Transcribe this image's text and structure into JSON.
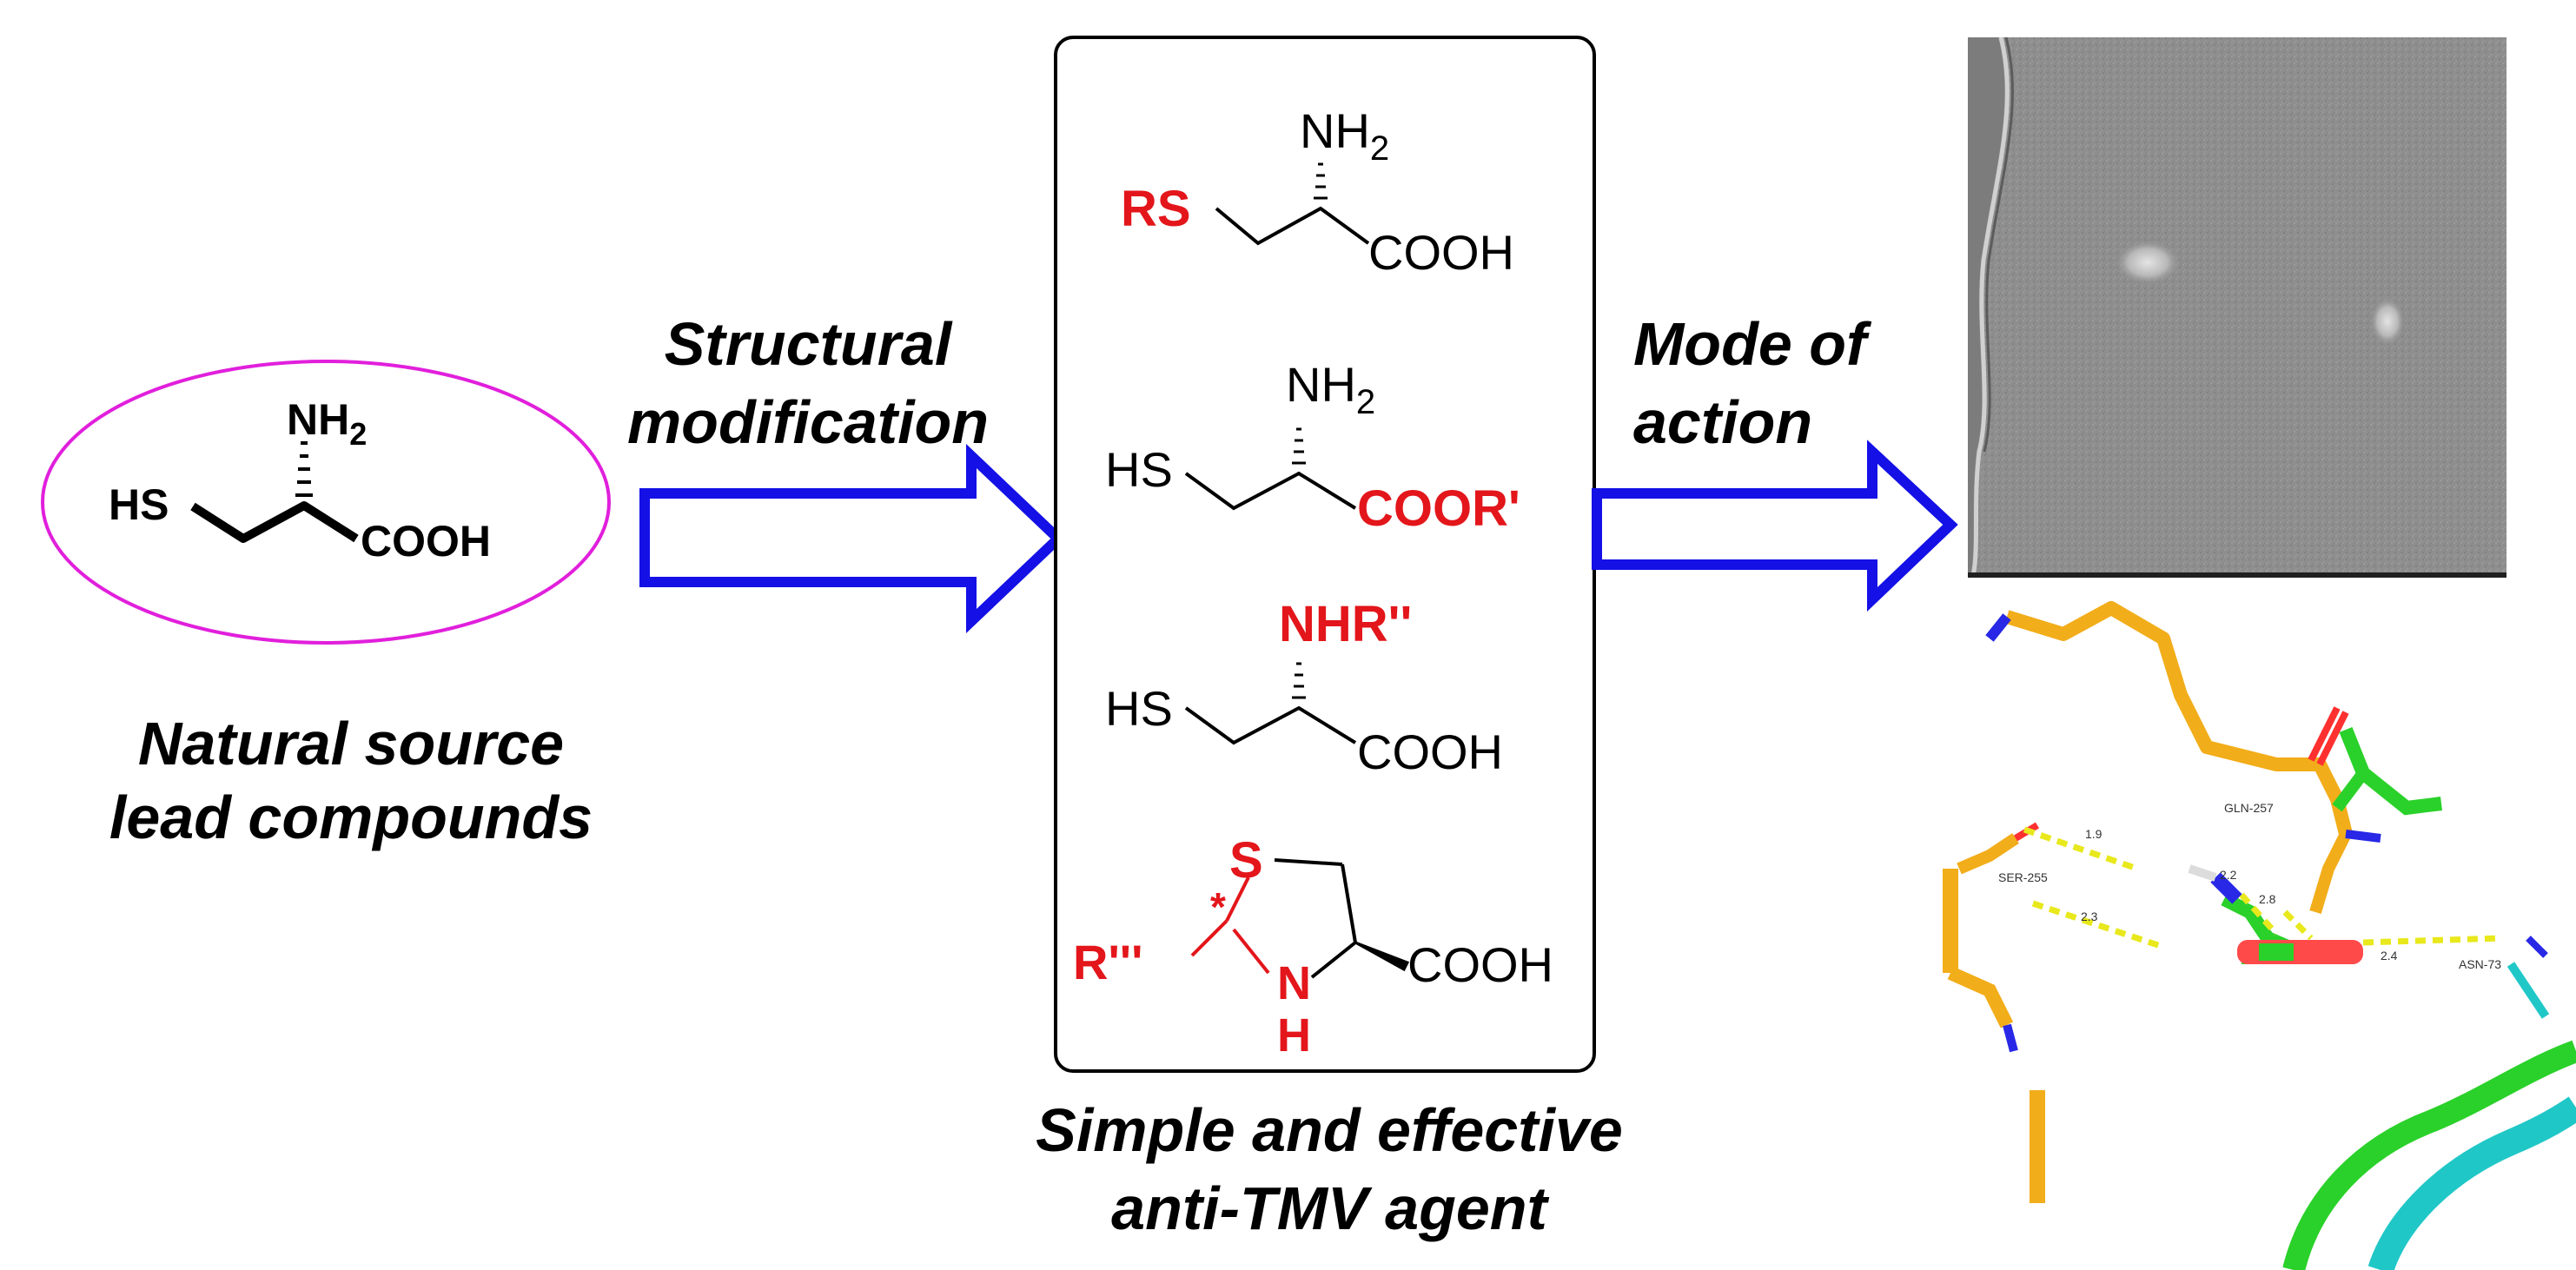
{
  "colors": {
    "arrow": "#1410e6",
    "ellipse": "#e11fdc",
    "modification": "#e3161b",
    "bond": "#000000",
    "em_background": "#8c8c8c",
    "carbon_yellow": "#f2ad1a",
    "carbon_green": "#2ad12a",
    "oxygen": "#ff3030",
    "nitrogen": "#2828e6",
    "backbone_cyan": "#20c7c7",
    "hbond": "#e8e81c"
  },
  "lead": {
    "nh2": "NH2",
    "nh2_main": "NH",
    "nh2_sub": "2",
    "hs": "HS",
    "cooh": "COOH",
    "caption_line1": "Natural source",
    "caption_line2": "lead compounds"
  },
  "arrow1": {
    "label_line1": "Structural",
    "label_line2": "modification"
  },
  "arrow2": {
    "label_line1": "Mode of",
    "label_line2": "action"
  },
  "derivatives": [
    {
      "nh2_main": "NH",
      "nh2_sub": "2",
      "left": "RS",
      "right": "COOH"
    },
    {
      "nh2_main": "NH",
      "nh2_sub": "2",
      "left": "HS",
      "right": "COOR'"
    },
    {
      "nh2": "NHR''",
      "left": "HS",
      "right": "COOH"
    },
    {
      "s": "S",
      "star": "*",
      "r": "R'''",
      "n": "N",
      "h": "H",
      "right": "COOH"
    }
  ],
  "agent": {
    "caption_line1": "Simple and effective",
    "caption_line2": "anti-TMV agent"
  },
  "docking": {
    "labels": [
      {
        "text": "1.9"
      },
      {
        "text": "SER-255"
      },
      {
        "text": "2.3"
      },
      {
        "text": "2.2"
      },
      {
        "text": "2.8"
      },
      {
        "text": "GLN-257"
      },
      {
        "text": "2.4"
      },
      {
        "text": "ASN-73"
      }
    ]
  }
}
